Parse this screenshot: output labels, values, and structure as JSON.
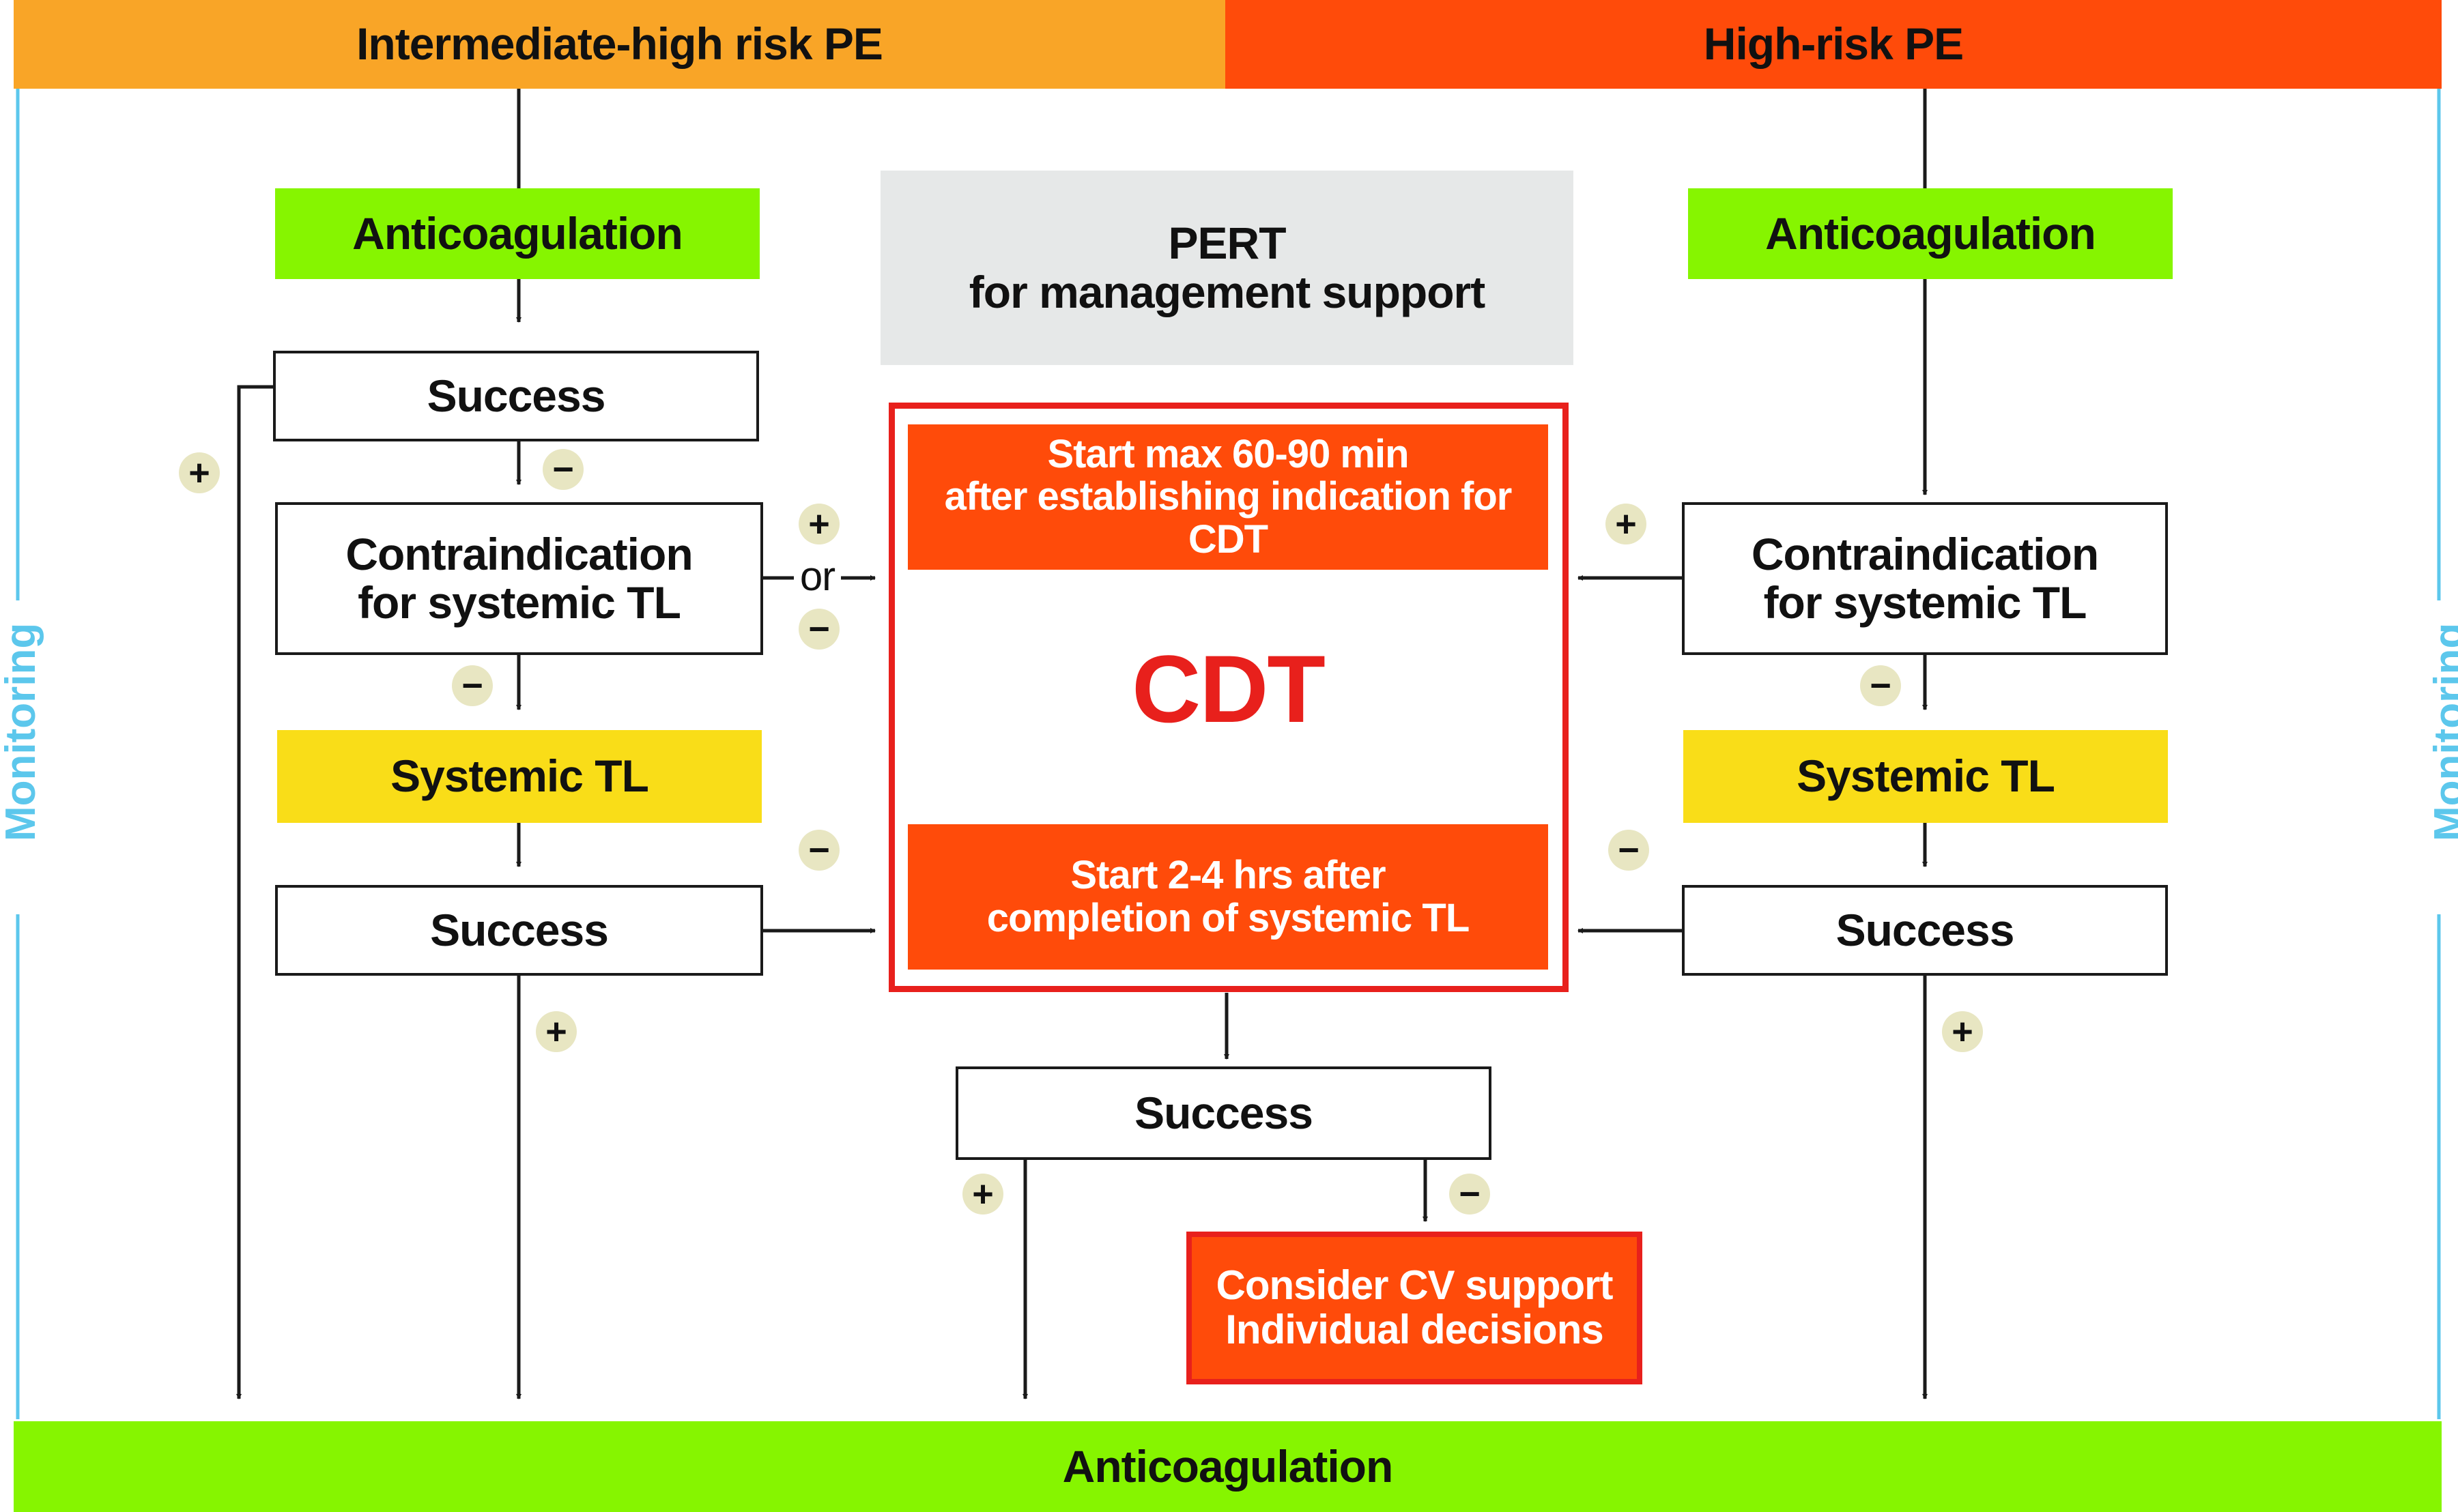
{
  "header": {
    "left_title": "Intermediate-high risk PE",
    "right_title": "High-risk PE",
    "left_color": "#f9a527",
    "right_color": "#ff4b0a"
  },
  "side": {
    "monitoring": "Monitoring",
    "color": "#5cc7ec"
  },
  "left_column": {
    "anticoagulation": "Anticoagulation",
    "success_top": "Success",
    "contraindication_line1": "Contraindication",
    "contraindication_line2": "for systemic TL",
    "systemic_tl": "Systemic TL",
    "success_bottom": "Success"
  },
  "right_column": {
    "anticoagulation": "Anticoagulation",
    "contraindication_line1": "Contraindication",
    "contraindication_line2": "for systemic TL",
    "systemic_tl": "Systemic TL",
    "success": "Success"
  },
  "center": {
    "pert_line1": "PERT",
    "pert_line2": "for management support",
    "start_top_line1": "Start max 60-90 min",
    "start_top_line2": "after establishing indication for CDT",
    "cdt": "CDT",
    "start_bottom_line1": "Start  2-4 hrs after",
    "start_bottom_line2": "completion of systemic TL",
    "or_label": "or",
    "success": "Success",
    "consider_line1": "Consider CV support",
    "consider_line2": "Individual decisions"
  },
  "bottom": {
    "anticoagulation": "Anticoagulation",
    "color": "#86f500"
  },
  "signs": {
    "plus": "+",
    "minus": "−"
  },
  "colors": {
    "green": "#86f500",
    "yellow": "#f9dd18",
    "orange": "#ff4b0a",
    "red_border": "#e8201c",
    "grey": "#e6e8e8",
    "sign_bg": "#e8e6c2"
  }
}
